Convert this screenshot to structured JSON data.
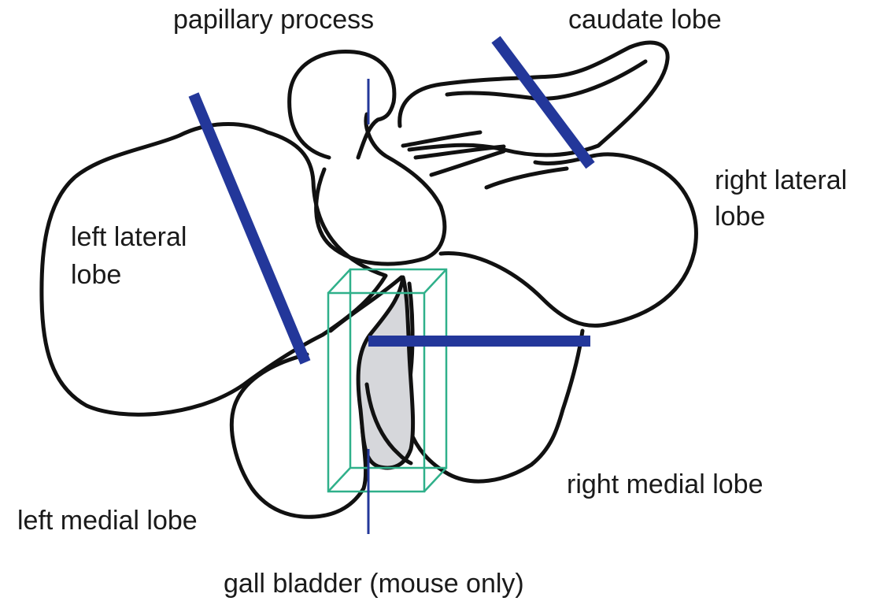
{
  "labels": {
    "papillary_process": "papillary process",
    "caudate_lobe": "caudate lobe",
    "right_lateral_lobe_line1": "right lateral",
    "right_lateral_lobe_line2": "lobe",
    "left_lateral_lobe_line1": "left lateral",
    "left_lateral_lobe_line2": "lobe",
    "right_medial_lobe": "right medial lobe",
    "left_medial_lobe": "left medial lobe",
    "gall_bladder": "gall bladder (mouse only)"
  },
  "colors": {
    "outline": "#111111",
    "cut_line": "#23379a",
    "tissue_block": "#2fb08a",
    "gall_bladder_fill": "#d6d7db",
    "label_text": "#1a1a1a"
  }
}
